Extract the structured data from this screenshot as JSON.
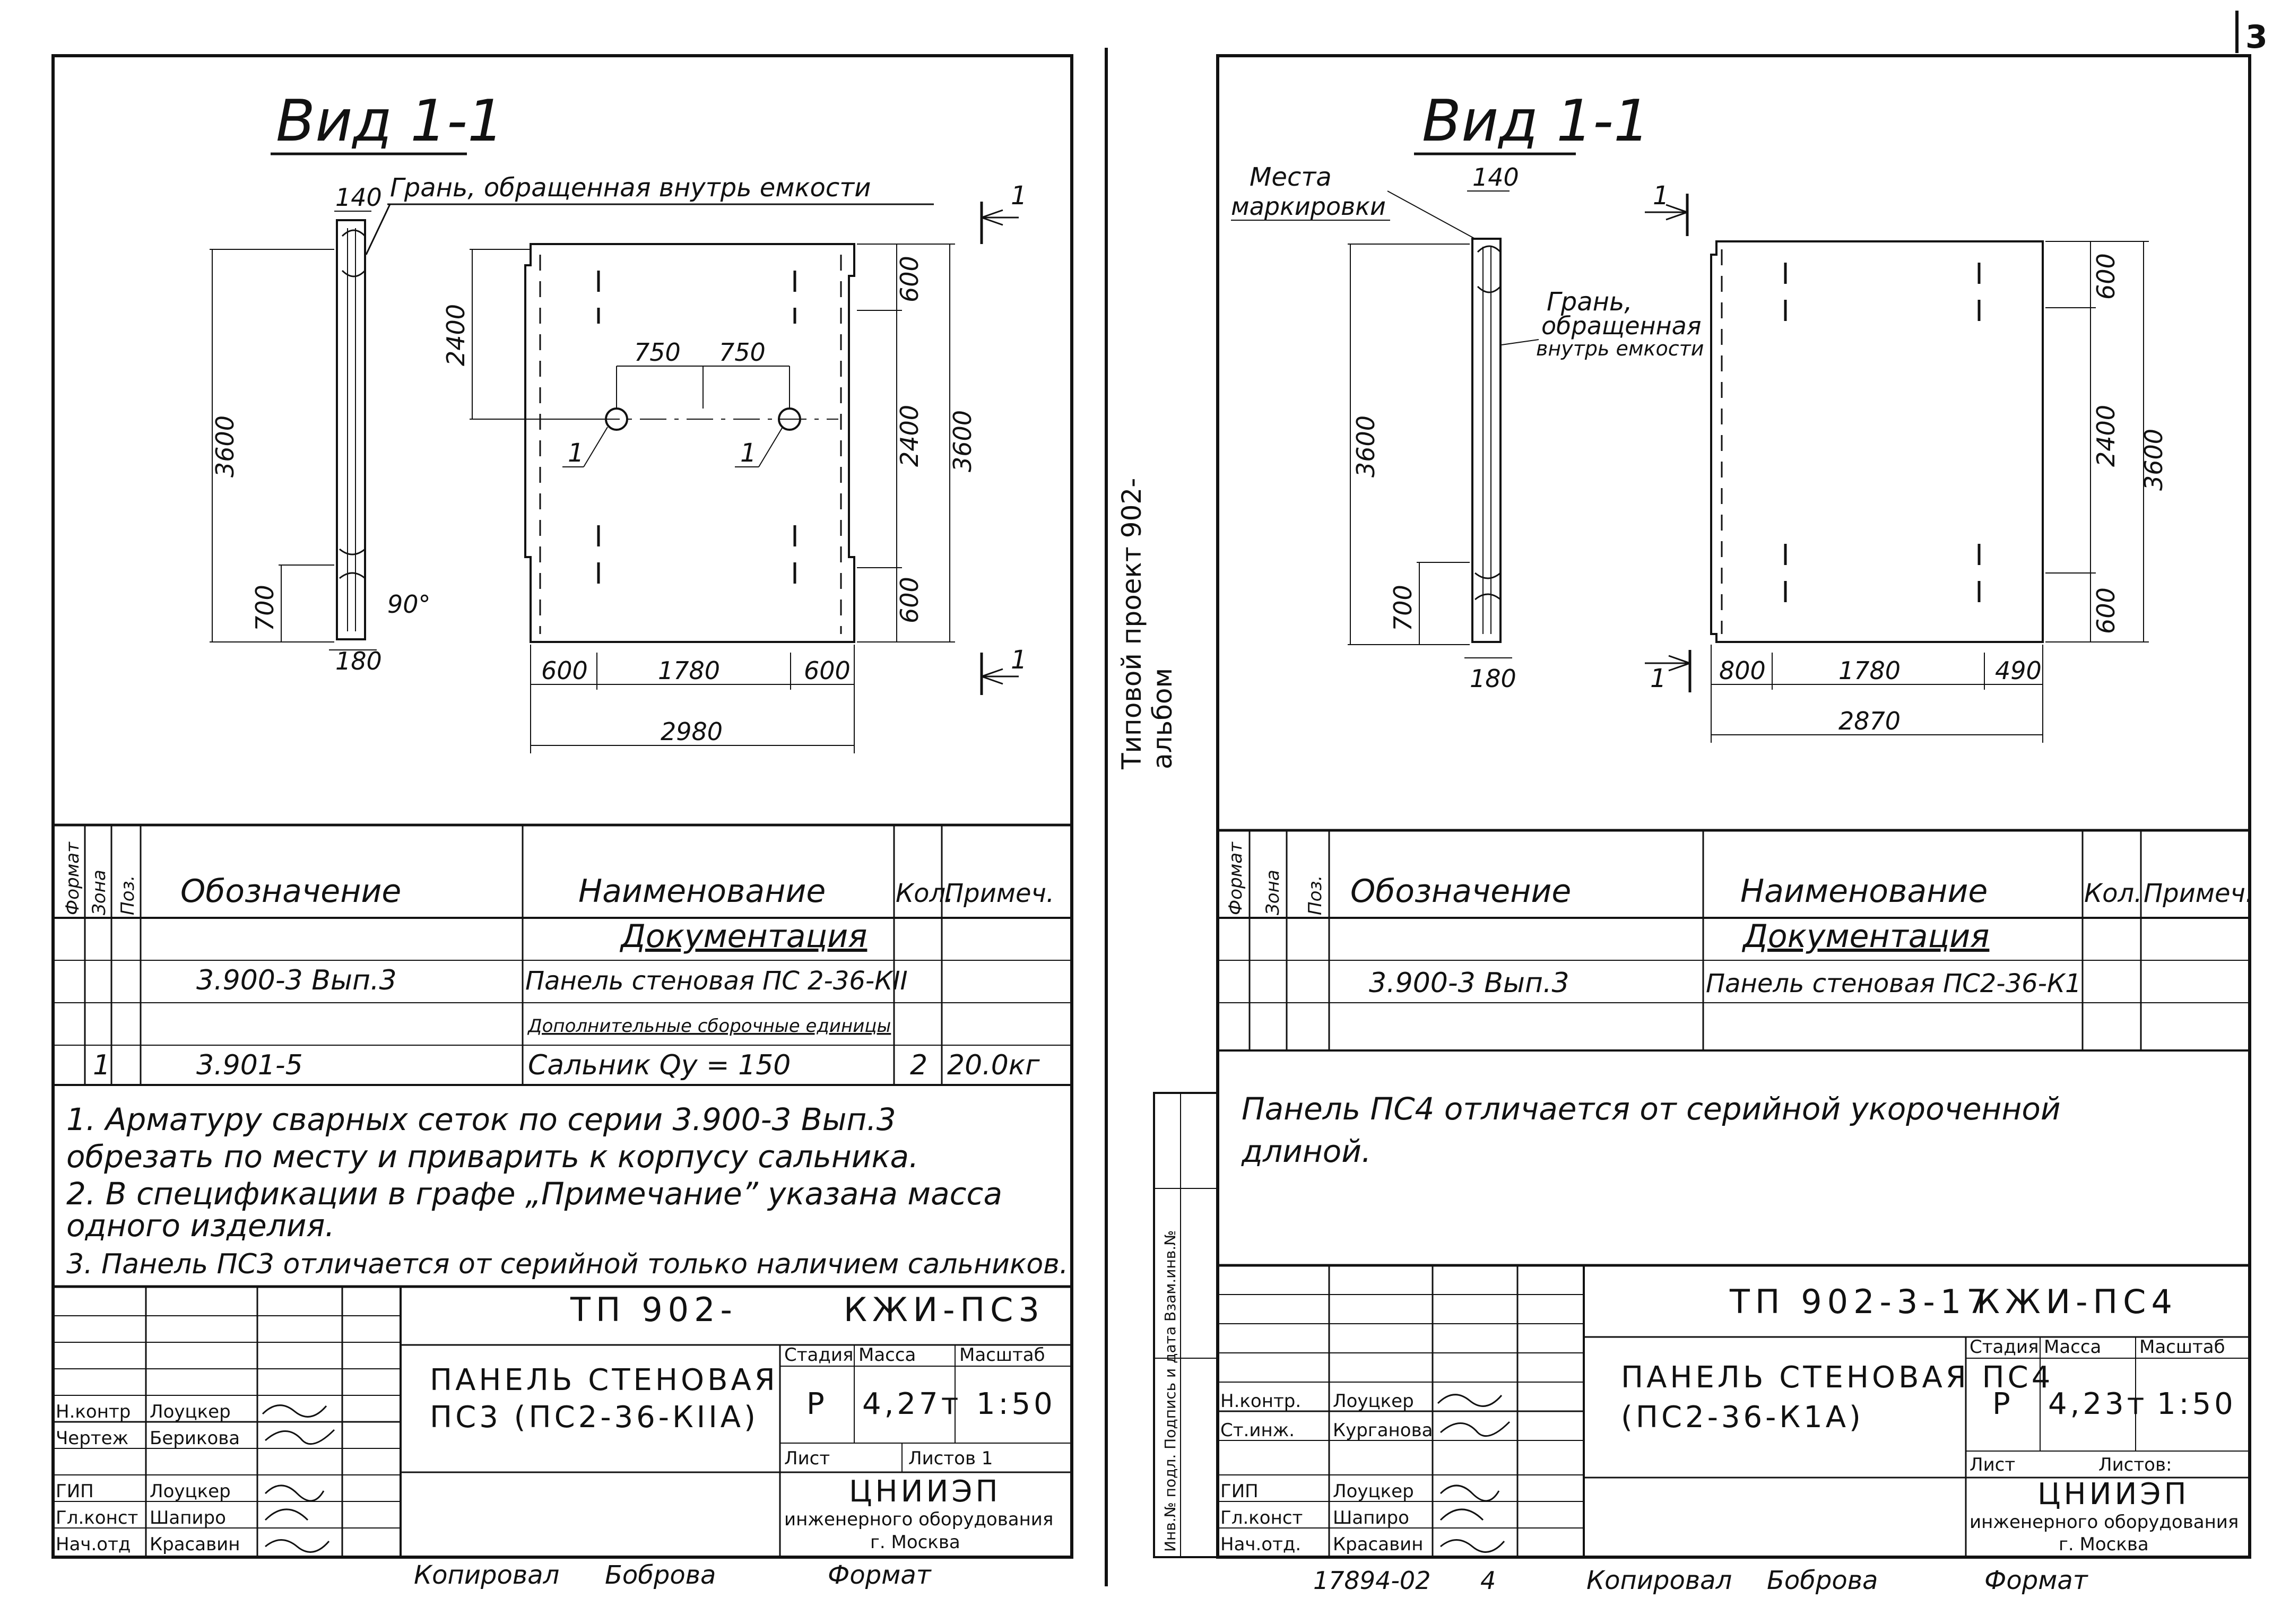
{
  "page_number": "3",
  "side_stamp": {
    "line1": "Типовой проект 902-",
    "line2": "альбом"
  },
  "bottom_code": "17894-02",
  "bottom_sheet": "4",
  "side_labels": "Инв.№ подл. Подпись и дата Взам.инв.№",
  "sheets": [
    {
      "view_title": "Вид 1-1",
      "edge_label": "Грань, обращенная внутрь емкости",
      "section_mark": "1",
      "dims": {
        "top_width": "140",
        "bottom_width": "180",
        "height_total": "3600",
        "height_low": "700",
        "angle": "90°",
        "panel_h_inner": "2400",
        "panel_top_left": "2400",
        "right_top": "600",
        "right_mid": "2400",
        "right_bot": "600",
        "right_total": "3600",
        "gland_left": "750",
        "gland_right": "750",
        "gland_mark": "1",
        "bottom_left": "600",
        "bottom_mid": "1780",
        "bottom_right": "600",
        "bottom_total": "2980"
      },
      "spec": {
        "col_format": "Формат",
        "col_zone": "Зона",
        "col_pos": "Поз.",
        "col_designation": "Обозначение",
        "col_name": "Наименование",
        "col_qty": "Кол.",
        "col_note": "Примеч.",
        "rows": [
          {
            "pos": "",
            "designation": "",
            "name": "Документация",
            "qty": "",
            "note": ""
          },
          {
            "pos": "",
            "designation": "3.900-3   Вып.3",
            "name": "Панель стеновая ПС 2-36-КII",
            "qty": "",
            "note": ""
          },
          {
            "pos": "",
            "designation": "",
            "name": "Дополнительные сборочные единицы",
            "qty": "",
            "note": ""
          },
          {
            "pos": "1",
            "designation": "3.901-5",
            "name": "Сальник  Qу = 150",
            "qty": "2",
            "note": "20.0кг"
          }
        ]
      },
      "notes": [
        "1. Арматуру сварных сеток по серии 3.900-3 Вып.3",
        "    обрезать по месту и приварить к корпусу сальника.",
        "2. В спецификации в графе „Примечание” указана масса",
        "    одного изделия.",
        "3. Панель ПС3 отличается от серийной только наличием сальников."
      ],
      "stamp": {
        "code": "ТП 902-",
        "sheet_code": "КЖИ-ПС3",
        "name_line1": "ПАНЕЛЬ СТЕНОВАЯ",
        "name_line2": "ПС3 (ПС2-36-КIIА)",
        "stage_label": "Стадия",
        "mass_label": "Масса",
        "scale_label": "Масштаб",
        "stage": "Р",
        "mass": "4,27т",
        "scale": "1:50",
        "sheet_label": "Лист",
        "sheets_label": "Листов 1",
        "org1": "ЦНИИЭП",
        "org2": "инженерного оборудования",
        "org3": "г. Москва",
        "roles": [
          {
            "role": "Н.контр",
            "name": "Лоуцкер"
          },
          {
            "role": "Чертеж",
            "name": "Берикова"
          },
          {
            "role": "",
            "name": ""
          },
          {
            "role": "ГИП",
            "name": "Лоуцкер"
          },
          {
            "role": "Гл.конст",
            "name": "Шапиро"
          },
          {
            "role": "Нач.отд",
            "name": "Красавин"
          }
        ]
      },
      "copied": "Копировал",
      "copier": "Боброва",
      "format": "Формат"
    },
    {
      "view_title": "Вид 1-1",
      "marking_label1": "Места",
      "marking_label2": "маркировки",
      "edge_label1": "Грань,",
      "edge_label2": "обращенная",
      "edge_label3": "внутрь емкости",
      "section_mark": "1",
      "dims": {
        "top_width": "140",
        "bottom_width": "180",
        "height_total": "3600",
        "height_low": "700",
        "right_top": "600",
        "right_mid": "2400",
        "right_bot": "600",
        "right_total": "3600",
        "bottom_left": "800",
        "bottom_mid": "1780",
        "bottom_right": "490",
        "bottom_total": "2870"
      },
      "spec": {
        "col_format": "Формат",
        "col_zone": "Зона",
        "col_pos": "Поз.",
        "col_designation": "Обозначение",
        "col_name": "Наименование",
        "col_qty": "Кол.",
        "col_note": "Примеч.",
        "rows": [
          {
            "pos": "",
            "designation": "",
            "name": "Документация",
            "qty": "",
            "note": ""
          },
          {
            "pos": "",
            "designation": "3.900-3   Вып.3",
            "name": "Панель стеновая ПС2-36-К1",
            "qty": "",
            "note": ""
          },
          {
            "pos": "",
            "designation": "",
            "name": "",
            "qty": "",
            "note": ""
          }
        ]
      },
      "notes": [
        "Панель ПС4 отличается от серийной укороченной",
        "длиной."
      ],
      "stamp": {
        "code": "ТП 902-3-17",
        "sheet_code": "КЖИ-ПС4",
        "name_line1": "ПАНЕЛЬ СТЕНОВАЯ ПС4",
        "name_line2": "(ПС2-36-К1А)",
        "stage_label": "Стадия",
        "mass_label": "Масса",
        "scale_label": "Масштаб",
        "stage": "Р",
        "mass": "4,23т",
        "scale": "1:50",
        "sheet_label": "Лист",
        "sheets_label": "Листов:",
        "org1": "ЦНИИЭП",
        "org2": "инженерного оборудования",
        "org3": "г. Москва",
        "roles": [
          {
            "role": "Н.контр.",
            "name": "Лоуцкер"
          },
          {
            "role": "Ст.инж.",
            "name": "Курганова"
          },
          {
            "role": "",
            "name": ""
          },
          {
            "role": "ГИП",
            "name": "Лоуцкер"
          },
          {
            "role": "Гл.конст",
            "name": "Шапиро"
          },
          {
            "role": "Нач.отд.",
            "name": "Красавин"
          }
        ]
      },
      "copied": "Копировал",
      "copier": "Боброва",
      "format": "Формат"
    }
  ]
}
